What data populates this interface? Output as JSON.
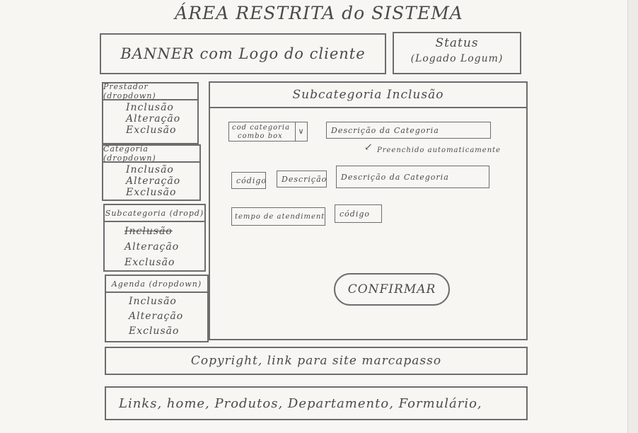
{
  "title": "ÁREA RESTRITA do SISTEMA",
  "banner": "BANNER com Logo do cliente",
  "status": {
    "line1": "Status",
    "line2": "(Logado Logum)"
  },
  "menus": [
    {
      "header": "Prestador (dropdown)",
      "items": [
        "Inclusão",
        "Alteração",
        "Exclusão"
      ]
    },
    {
      "header": "Categoria (dropdown)",
      "items": [
        "Inclusão",
        "Alteração",
        "Exclusão"
      ]
    },
    {
      "header": "Subcategoria (dropd)",
      "items": [
        "Inclusão",
        "Alteração",
        "Exclusão"
      ]
    },
    {
      "header": "Agenda (dropdown)",
      "items": [
        "Inclusão",
        "Alteração",
        "Exclusão"
      ]
    }
  ],
  "panel": {
    "title": "Subcategoria Inclusão",
    "cod_categoria": "cod categoria",
    "combo_box": "combo box",
    "combo_arrow": "∨",
    "descricao_categoria": "Descrição da Categoria",
    "hint_arrow": "↙",
    "hint": "Preenchido automaticamente",
    "codigo": "código",
    "descricao": "Descrição",
    "descricao_categoria_2": "Descrição da Categoria",
    "tempo": "tempo de atendimento",
    "codigo_2": "código",
    "confirm": "CONFIRMAR"
  },
  "footer": {
    "copyright": "Copyright, link para site marcapasso",
    "links": "Links, home, Produtos, Departamento, Formulário,"
  }
}
